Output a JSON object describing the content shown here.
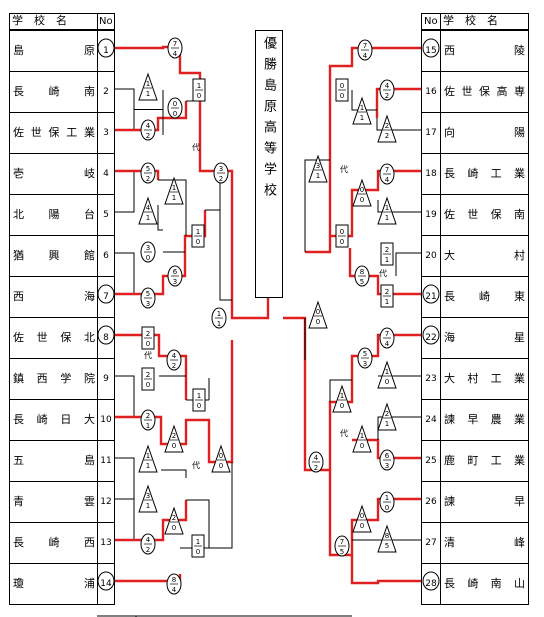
{
  "header": {
    "left_school_label": "学　校　名",
    "left_no_label": "No",
    "right_no_label": "No",
    "right_school_label": "学　校　名"
  },
  "champion_label": "優勝島原高等学校",
  "left_teams": [
    {
      "no": "1",
      "name": "島　　　　原",
      "circled": true
    },
    {
      "no": "2",
      "name": "長　崎　南",
      "circled": false
    },
    {
      "no": "3",
      "name": "佐世保工業",
      "circled": false
    },
    {
      "no": "4",
      "name": "壱　　　　岐",
      "circled": false
    },
    {
      "no": "5",
      "name": "北　陽　台",
      "circled": false
    },
    {
      "no": "6",
      "name": "猶　興　館",
      "circled": false
    },
    {
      "no": "7",
      "name": "西　　　　海",
      "circled": true
    },
    {
      "no": "8",
      "name": "佐世保北",
      "circled": true
    },
    {
      "no": "9",
      "name": "鎮西学院",
      "circled": false
    },
    {
      "no": "10",
      "name": "長崎日大",
      "circled": false
    },
    {
      "no": "11",
      "name": "五　　　　島",
      "circled": false
    },
    {
      "no": "12",
      "name": "青　　　　雲",
      "circled": false
    },
    {
      "no": "13",
      "name": "長　崎　西",
      "circled": false
    },
    {
      "no": "14",
      "name": "瓊　　　　浦",
      "circled": true
    }
  ],
  "right_teams": [
    {
      "no": "15",
      "name": "西　　　　陵",
      "circled": true
    },
    {
      "no": "16",
      "name": "佐世保高専",
      "circled": false
    },
    {
      "no": "17",
      "name": "向　　　　陽",
      "circled": false
    },
    {
      "no": "18",
      "name": "長崎工業",
      "circled": false
    },
    {
      "no": "19",
      "name": "佐世保南",
      "circled": false
    },
    {
      "no": "20",
      "name": "大　　　　村",
      "circled": false
    },
    {
      "no": "21",
      "name": "長　崎　東",
      "circled": true
    },
    {
      "no": "22",
      "name": "海　　　　星",
      "circled": true
    },
    {
      "no": "23",
      "name": "大村工業",
      "circled": false
    },
    {
      "no": "24",
      "name": "諫早農業",
      "circled": false
    },
    {
      "no": "25",
      "name": "鹿町工業",
      "circled": false
    },
    {
      "no": "26",
      "name": "諫　　　　早",
      "circled": false
    },
    {
      "no": "27",
      "name": "清　　　　峰",
      "circled": false
    },
    {
      "no": "28",
      "name": "長崎南山",
      "circled": true
    }
  ],
  "scores": {
    "l1": [
      "7",
      "4"
    ],
    "l2": [
      "1",
      "1"
    ],
    "l3": [
      "0",
      "0"
    ],
    "l4": [
      "4",
      "2"
    ],
    "l5": [
      "1",
      "0"
    ],
    "l6": [
      "5",
      "2"
    ],
    "l7": [
      "1",
      "1"
    ],
    "l8": [
      "4",
      "1"
    ],
    "l9": [
      "3",
      "2"
    ],
    "l10": [
      "1",
      "0"
    ],
    "l11": [
      "3",
      "0"
    ],
    "l12": [
      "6",
      "3"
    ],
    "l13": [
      "5",
      "3"
    ],
    "l14": [
      "2",
      "0"
    ],
    "l15": [
      "1",
      "1"
    ],
    "l16": [
      "2",
      "0"
    ],
    "l17": [
      "4",
      "2"
    ],
    "l18": [
      "1",
      "0"
    ],
    "l19": [
      "2",
      "1"
    ],
    "l20": [
      "2",
      "0"
    ],
    "l21": [
      "1",
      "1"
    ],
    "l22": [
      "0",
      "0"
    ],
    "l23": [
      "3",
      "1"
    ],
    "l24": [
      "2",
      "0"
    ],
    "l25": [
      "4",
      "2"
    ],
    "l26": [
      "1",
      "0"
    ],
    "l27": [
      "8",
      "4"
    ],
    "r1": [
      "7",
      "4"
    ],
    "r2": [
      "0",
      "0"
    ],
    "r3": [
      "4",
      "2"
    ],
    "r4": [
      "1",
      "1"
    ],
    "r5": [
      "2",
      "2"
    ],
    "r6": [
      "3",
      "1"
    ],
    "r7": [
      "7",
      "4"
    ],
    "r8": [
      "0",
      "0"
    ],
    "r9": [
      "1",
      "1"
    ],
    "r10": [
      "0",
      "0"
    ],
    "r11": [
      "2",
      "1"
    ],
    "r12": [
      "8",
      "5"
    ],
    "r13": [
      "2",
      "1"
    ],
    "r14": [
      "0",
      "0"
    ],
    "r15": [
      "7",
      "4"
    ],
    "r16": [
      "5",
      "3"
    ],
    "r17": [
      "1",
      "0"
    ],
    "r18": [
      "1",
      "0"
    ],
    "r19": [
      "2",
      "1"
    ],
    "r20": [
      "1",
      "0"
    ],
    "r21": [
      "4",
      "2"
    ],
    "r22": [
      "6",
      "3"
    ],
    "r23": [
      "7",
      "5"
    ],
    "r24": [
      "1",
      "0"
    ],
    "r25": [
      "0",
      "0"
    ],
    "r26": [
      "8",
      "5"
    ]
  },
  "dai_label": "代",
  "colors": {
    "winner_line": "#e02020",
    "line": "#000000"
  }
}
